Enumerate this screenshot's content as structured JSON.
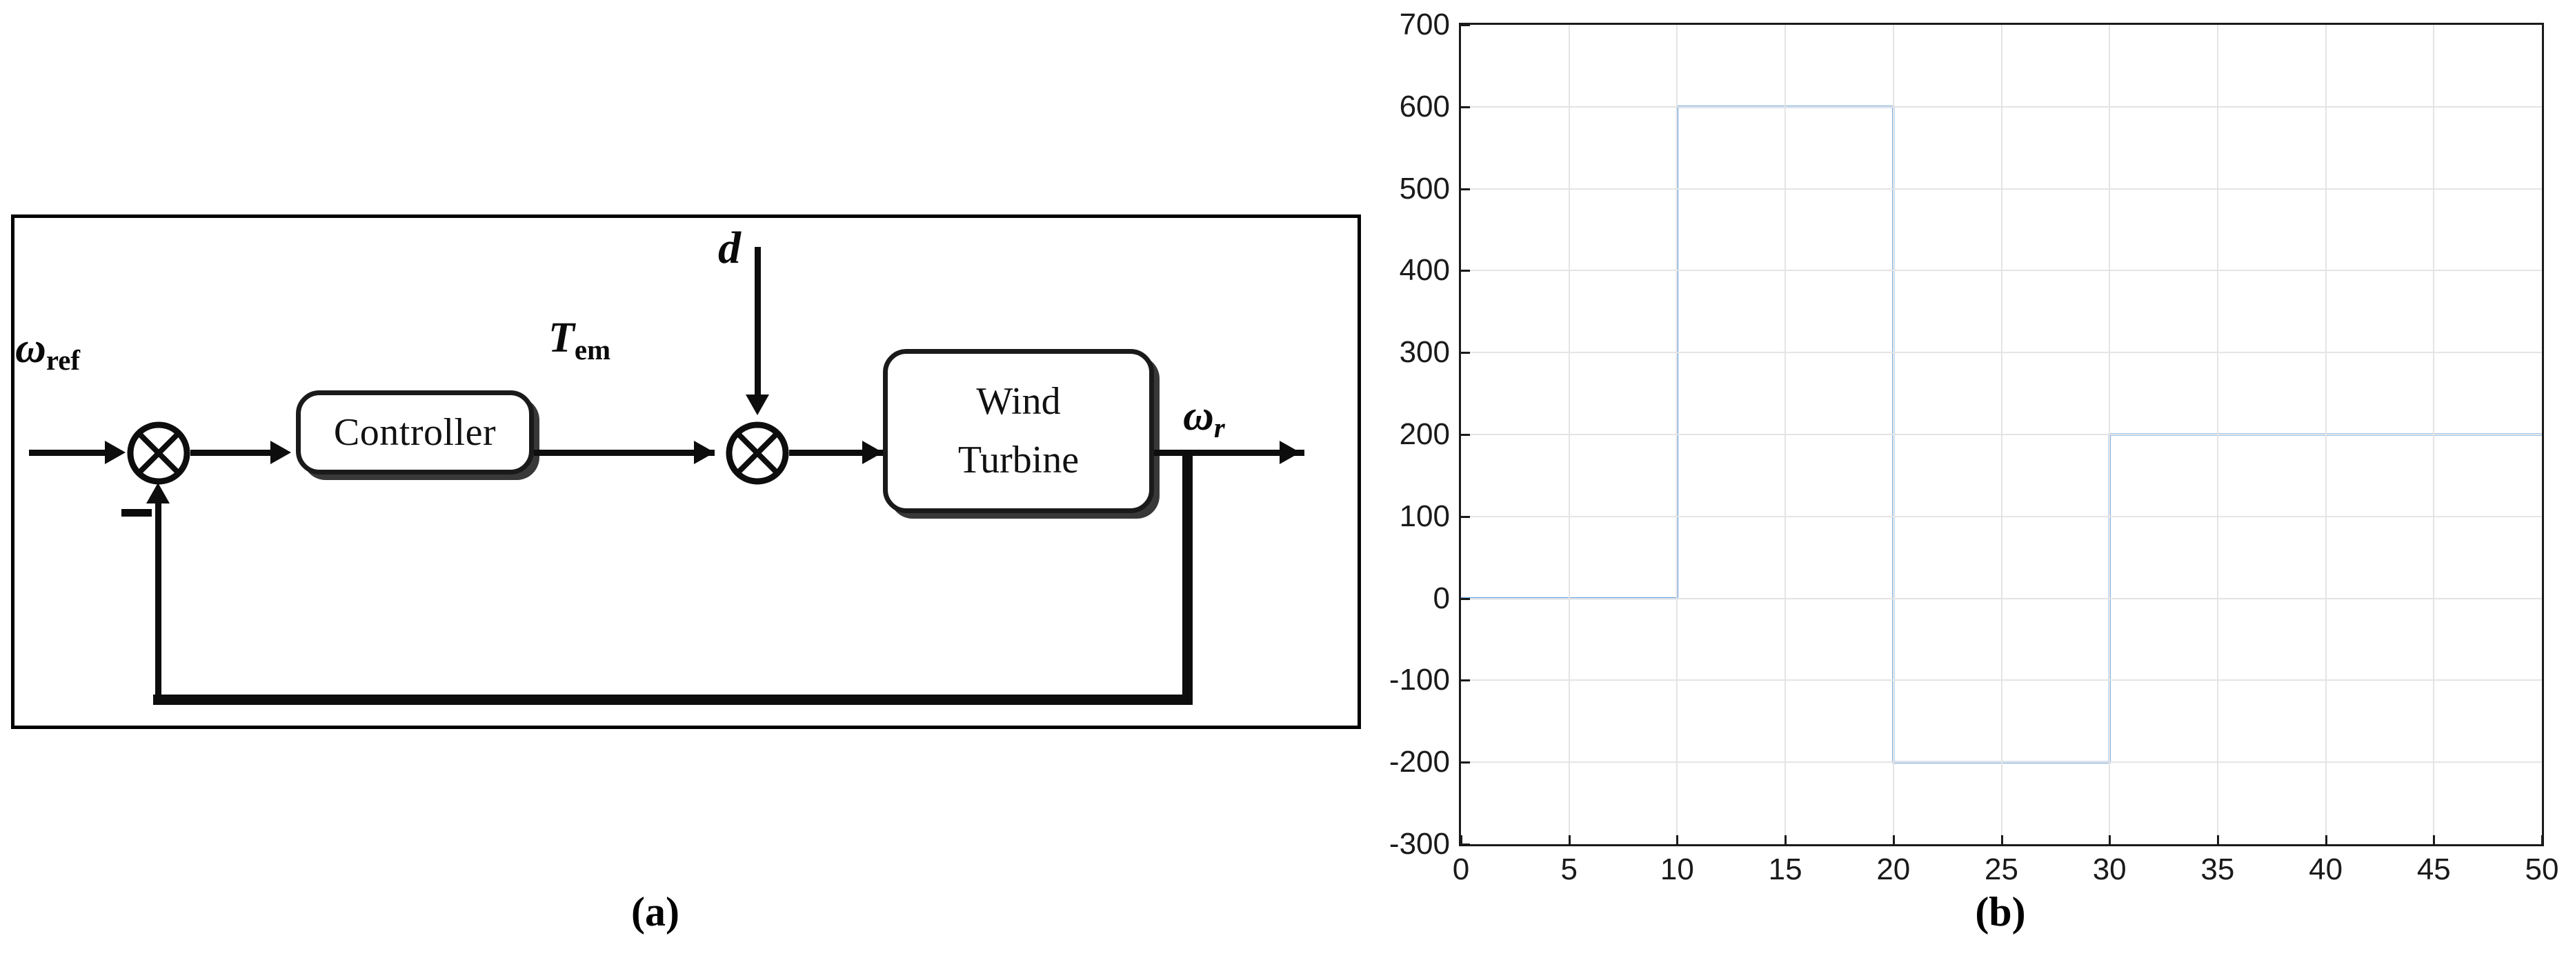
{
  "figure": {
    "panels": [
      {
        "id": "a",
        "caption": "(a)",
        "kind": "block-diagram"
      },
      {
        "id": "b",
        "caption": "(b)",
        "kind": "chart"
      }
    ]
  },
  "diagram": {
    "blocks": [
      {
        "name": "controller",
        "label": "Controller"
      },
      {
        "name": "wind-turbine",
        "label_line1": "Wind",
        "label_line2": "Turbine"
      }
    ],
    "signals": {
      "reference": {
        "symbol": "ω",
        "subscript": "ref",
        "full": "ωref"
      },
      "torque": {
        "symbol": "T",
        "subscript": "em",
        "full": "Tem"
      },
      "disturbance": {
        "symbol": "d",
        "subscript": "",
        "full": "d"
      },
      "rotor_speed": {
        "symbol": "ω",
        "subscript": "r",
        "full": "ωr"
      }
    },
    "summing_junctions": [
      {
        "name": "error-junction",
        "inputs": [
          "reference",
          "feedback"
        ],
        "feedback_sign": "−"
      },
      {
        "name": "disturbance-junction",
        "inputs": [
          "torque",
          "disturbance"
        ],
        "feedback_sign": ""
      }
    ],
    "feedback_sign_label": "−"
  },
  "chart_data": {
    "type": "line",
    "title": "",
    "xlabel": "",
    "ylabel": "",
    "xlim": [
      0,
      50
    ],
    "ylim": [
      -300,
      700
    ],
    "grid": true,
    "legend": null,
    "line_color": "#4a90d9",
    "line_width": 3,
    "xticks": [
      0,
      5,
      10,
      15,
      20,
      25,
      30,
      35,
      40,
      45,
      50
    ],
    "xtick_labels": [
      "0",
      "5",
      "10",
      "15",
      "20",
      "25",
      "30",
      "35",
      "40",
      "45",
      "50"
    ],
    "yticks": [
      -300,
      -200,
      -100,
      0,
      100,
      200,
      300,
      400,
      500,
      600,
      700
    ],
    "ytick_labels": [
      "-300",
      "-200",
      "-100",
      "0",
      "100",
      "200",
      "300",
      "400",
      "500",
      "600",
      "700"
    ],
    "series": [
      {
        "name": "reference-speed-step",
        "x": [
          0,
          10,
          10,
          20,
          20,
          30,
          30,
          50
        ],
        "y": [
          0,
          0,
          600,
          600,
          -200,
          -200,
          200,
          200
        ]
      }
    ],
    "step_segments": [
      {
        "x_start": 0,
        "x_end": 10,
        "value": 0
      },
      {
        "x_start": 10,
        "x_end": 20,
        "value": 600
      },
      {
        "x_start": 20,
        "x_end": 30,
        "value": -200
      },
      {
        "x_start": 30,
        "x_end": 50,
        "value": 200
      }
    ]
  }
}
